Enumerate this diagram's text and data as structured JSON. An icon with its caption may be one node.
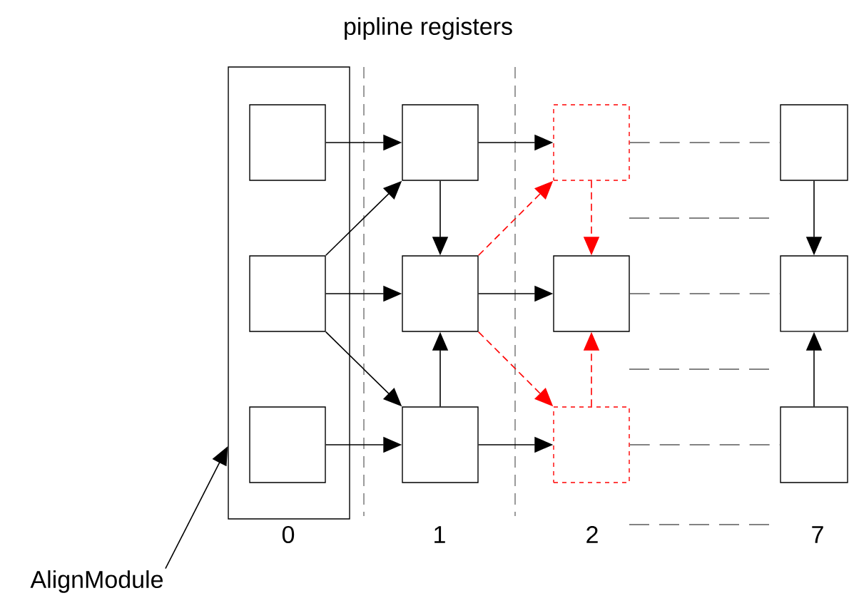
{
  "diagram": {
    "title": "pipline registers",
    "nodes": [
      {
        "text": [],
        "shape": "box"
      },
      {
        "text": [],
        "shape": "box",
        "in": 0
      },
      {
        "text": [],
        "shape": "box",
        "in": 0
      },
      {
        "text": [],
        "shape": "box",
        "in": 0
      },
      {
        "text": [],
        "shape": "box"
      },
      {
        "text": [],
        "shape": "box"
      },
      {
        "text": [],
        "shape": "box"
      },
      {
        "text": [],
        "shape": "box"
      },
      {
        "text": [],
        "shape": "box"
      },
      {
        "text": [],
        "shape": "box"
      },
      {
        "text": [],
        "shape": "box"
      },
      {
        "text": [],
        "shape": "box"
      },
      {
        "text": [],
        "shape": "box"
      },
      {
        "text": [
          "AlignModule"
        ]
      }
    ],
    "edges": [
      {
        "from": 1,
        "to": 4,
        "arrow": "to"
      },
      {
        "from": 2,
        "to": 4,
        "arrow": "to"
      },
      {
        "from": 2,
        "to": 5,
        "arrow": "to"
      },
      {
        "from": 2,
        "to": 6,
        "arrow": "to"
      },
      {
        "from": 3,
        "to": 6,
        "arrow": "to"
      },
      {
        "from": 4,
        "to": 5,
        "arrow": "to"
      },
      {
        "from": 6,
        "to": 5,
        "arrow": "to"
      },
      {
        "from": 4,
        "to": 7,
        "arrow": "to"
      },
      {
        "from": 5,
        "to": 8,
        "arrow": "to"
      },
      {
        "from": 6,
        "to": 9,
        "arrow": "to"
      },
      {
        "from": 5,
        "to": 7,
        "arrow": "to",
        "style": "dashed",
        "color": "#ff0000"
      },
      {
        "from": 5,
        "to": 9,
        "arrow": "to",
        "style": "dashed",
        "color": "#ff0000"
      },
      {
        "from": 7,
        "to": 8,
        "arrow": "to",
        "style": "dashed",
        "color": "#ff0000"
      },
      {
        "from": 9,
        "to": 8,
        "arrow": "to",
        "style": "dashed",
        "color": "#ff0000"
      },
      {
        "from": 7,
        "to": 10,
        "arrow": "none",
        "style": "dashed",
        "color": "#595959"
      },
      {
        "from": 8,
        "to": 11,
        "arrow": "none",
        "style": "dashed",
        "color": "#595959"
      },
      {
        "from": 9,
        "to": 12,
        "arrow": "none",
        "style": "dashed",
        "color": "#595959"
      },
      {
        "from": 10,
        "to": 11,
        "arrow": "to"
      },
      {
        "from": 12,
        "to": 11,
        "arrow": "to"
      },
      {
        "from": 13,
        "to": 0,
        "arrow": "to"
      }
    ],
    "labels": [
      "0",
      "1",
      "2",
      "7"
    ]
  }
}
